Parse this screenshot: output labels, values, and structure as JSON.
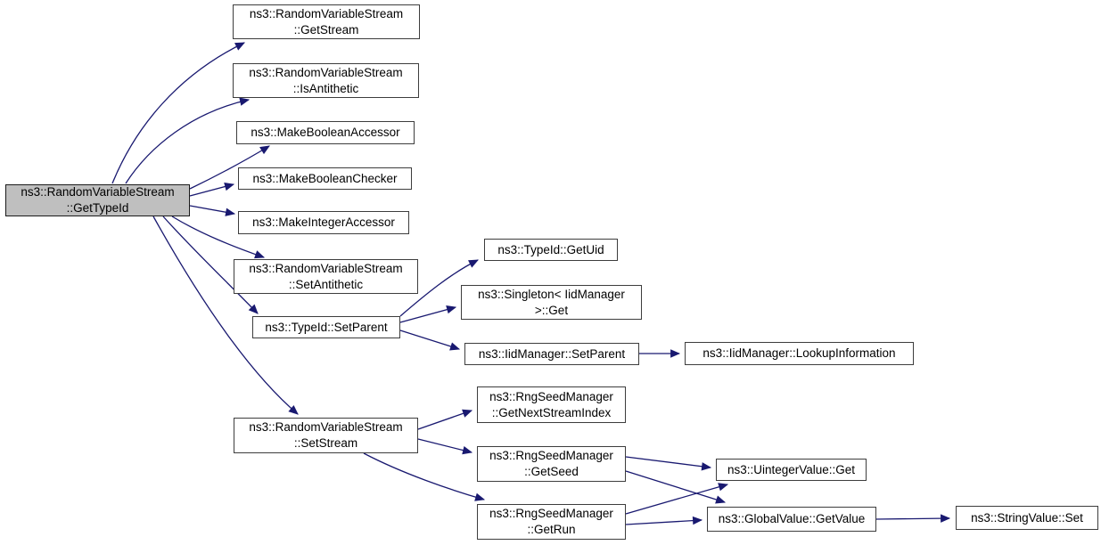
{
  "diagram": {
    "kind": "doxygen-call-graph",
    "root_function": "ns3::RandomVariableStream::GetTypeId",
    "colors": {
      "edge": "#191970",
      "node_border": "#3d3d3d",
      "node_fill": "#ffffff",
      "highlight_fill": "#bfbfbf",
      "text": "#000000",
      "background": "#ffffff"
    }
  },
  "nodes": [
    {
      "id": "getTypeId",
      "label": "ns3::RandomVariableStream::GetTypeId",
      "lines": [
        "ns3::RandomVariableStream",
        "::GetTypeId"
      ],
      "highlighted": true
    },
    {
      "id": "getStream",
      "label": "ns3::RandomVariableStream::GetStream",
      "lines": [
        "ns3::RandomVariableStream",
        "::GetStream"
      ],
      "highlighted": false
    },
    {
      "id": "isAntithetic",
      "label": "ns3::RandomVariableStream::IsAntithetic",
      "lines": [
        "ns3::RandomVariableStream",
        "::IsAntithetic"
      ],
      "highlighted": false
    },
    {
      "id": "makeBooleanAccessor",
      "label": "ns3::MakeBooleanAccessor",
      "lines": [
        "ns3::MakeBooleanAccessor"
      ],
      "highlighted": false
    },
    {
      "id": "makeBooleanChecker",
      "label": "ns3::MakeBooleanChecker",
      "lines": [
        "ns3::MakeBooleanChecker"
      ],
      "highlighted": false
    },
    {
      "id": "makeIntegerAccessor",
      "label": "ns3::MakeIntegerAccessor",
      "lines": [
        "ns3::MakeIntegerAccessor"
      ],
      "highlighted": false
    },
    {
      "id": "setAntithetic",
      "label": "ns3::RandomVariableStream::SetAntithetic",
      "lines": [
        "ns3::RandomVariableStream",
        "::SetAntithetic"
      ],
      "highlighted": false
    },
    {
      "id": "typeIdSetParent",
      "label": "ns3::TypeId::SetParent",
      "lines": [
        "ns3::TypeId::SetParent"
      ],
      "highlighted": false
    },
    {
      "id": "setStream",
      "label": "ns3::RandomVariableStream::SetStream",
      "lines": [
        "ns3::RandomVariableStream",
        "::SetStream"
      ],
      "highlighted": false
    },
    {
      "id": "typeIdGetUid",
      "label": "ns3::TypeId::GetUid",
      "lines": [
        "ns3::TypeId::GetUid"
      ],
      "highlighted": false
    },
    {
      "id": "singletonGet",
      "label": "ns3::Singleton< IidManager >::Get",
      "lines": [
        "ns3::Singleton< IidManager",
        ">::Get"
      ],
      "highlighted": false
    },
    {
      "id": "iidSetParent",
      "label": "ns3::IidManager::SetParent",
      "lines": [
        "ns3::IidManager::SetParent"
      ],
      "highlighted": false
    },
    {
      "id": "lookupInformation",
      "label": "ns3::IidManager::LookupInformation",
      "lines": [
        "ns3::IidManager::LookupInformation"
      ],
      "highlighted": false
    },
    {
      "id": "getNextStreamIndex",
      "label": "ns3::RngSeedManager::GetNextStreamIndex",
      "lines": [
        "ns3::RngSeedManager",
        "::GetNextStreamIndex"
      ],
      "highlighted": false
    },
    {
      "id": "getSeed",
      "label": "ns3::RngSeedManager::GetSeed",
      "lines": [
        "ns3::RngSeedManager",
        "::GetSeed"
      ],
      "highlighted": false
    },
    {
      "id": "getRun",
      "label": "ns3::RngSeedManager::GetRun",
      "lines": [
        "ns3::RngSeedManager",
        "::GetRun"
      ],
      "highlighted": false
    },
    {
      "id": "uintegerGet",
      "label": "ns3::UintegerValue::Get",
      "lines": [
        "ns3::UintegerValue::Get"
      ],
      "highlighted": false
    },
    {
      "id": "globalGetValue",
      "label": "ns3::GlobalValue::GetValue",
      "lines": [
        "ns3::GlobalValue::GetValue"
      ],
      "highlighted": false
    },
    {
      "id": "stringSet",
      "label": "ns3::StringValue::Set",
      "lines": [
        "ns3::StringValue::Set"
      ],
      "highlighted": false
    }
  ],
  "edges": [
    {
      "from": "getTypeId",
      "to": "getStream"
    },
    {
      "from": "getTypeId",
      "to": "isAntithetic"
    },
    {
      "from": "getTypeId",
      "to": "makeBooleanAccessor"
    },
    {
      "from": "getTypeId",
      "to": "makeBooleanChecker"
    },
    {
      "from": "getTypeId",
      "to": "makeIntegerAccessor"
    },
    {
      "from": "getTypeId",
      "to": "setAntithetic"
    },
    {
      "from": "getTypeId",
      "to": "typeIdSetParent"
    },
    {
      "from": "getTypeId",
      "to": "setStream"
    },
    {
      "from": "typeIdSetParent",
      "to": "typeIdGetUid"
    },
    {
      "from": "typeIdSetParent",
      "to": "singletonGet"
    },
    {
      "from": "typeIdSetParent",
      "to": "iidSetParent"
    },
    {
      "from": "iidSetParent",
      "to": "lookupInformation"
    },
    {
      "from": "setStream",
      "to": "getNextStreamIndex"
    },
    {
      "from": "setStream",
      "to": "getSeed"
    },
    {
      "from": "setStream",
      "to": "getRun"
    },
    {
      "from": "getSeed",
      "to": "uintegerGet"
    },
    {
      "from": "getSeed",
      "to": "globalGetValue"
    },
    {
      "from": "getRun",
      "to": "uintegerGet"
    },
    {
      "from": "getRun",
      "to": "globalGetValue"
    },
    {
      "from": "globalGetValue",
      "to": "stringSet"
    }
  ]
}
